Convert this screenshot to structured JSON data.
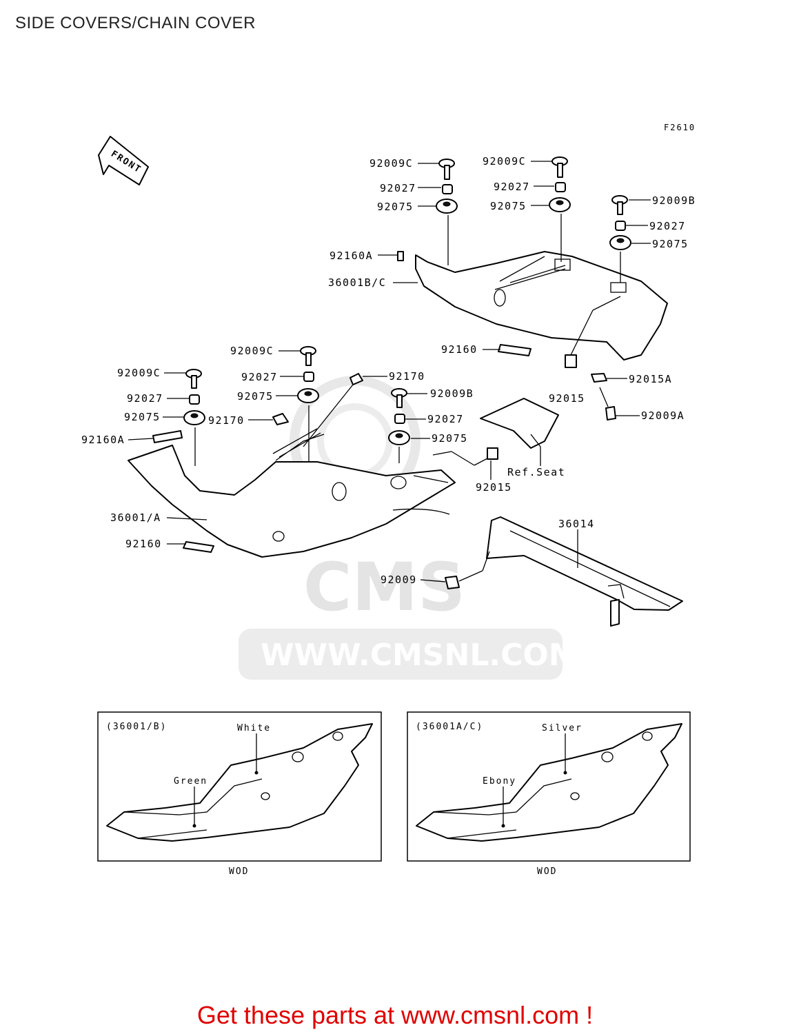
{
  "title": "SIDE COVERS/CHAIN COVER",
  "figure_code": "F2610",
  "front_arrow": "FRONT",
  "watermark": {
    "brand": "CMS",
    "url": "WWW.CMSNL.COM"
  },
  "labels": {
    "l1": "92009C",
    "l2": "92027",
    "l3": "92075",
    "l4": "92009C",
    "l5": "92027",
    "l6": "92075",
    "l7": "92009B",
    "l8": "92027",
    "l9": "92075",
    "l10": "92160A",
    "l11": "36001B/C",
    "l12": "92160",
    "l13": "92015",
    "l14": "92015A",
    "l15": "92009A",
    "l16": "92009C",
    "l17": "92027",
    "l18": "92075",
    "l19": "92170",
    "l20": "92170",
    "l21": "92009C",
    "l22": "92027",
    "l23": "92075",
    "l24": "92160A",
    "l25": "92009B",
    "l26": "92027",
    "l27": "92075",
    "l28": "92015",
    "l29": "Ref.Seat",
    "l30": "36001/A",
    "l31": "92160",
    "l32": "36014",
    "l33": "92009"
  },
  "insets": [
    {
      "code": "(36001/B)",
      "upper_color": "White",
      "lower_color": "Green",
      "caption": "WOD"
    },
    {
      "code": "(36001A/C)",
      "upper_color": "Silver",
      "lower_color": "Ebony",
      "caption": "WOD"
    }
  ],
  "cta": "Get these parts at www.cmsnl.com !"
}
